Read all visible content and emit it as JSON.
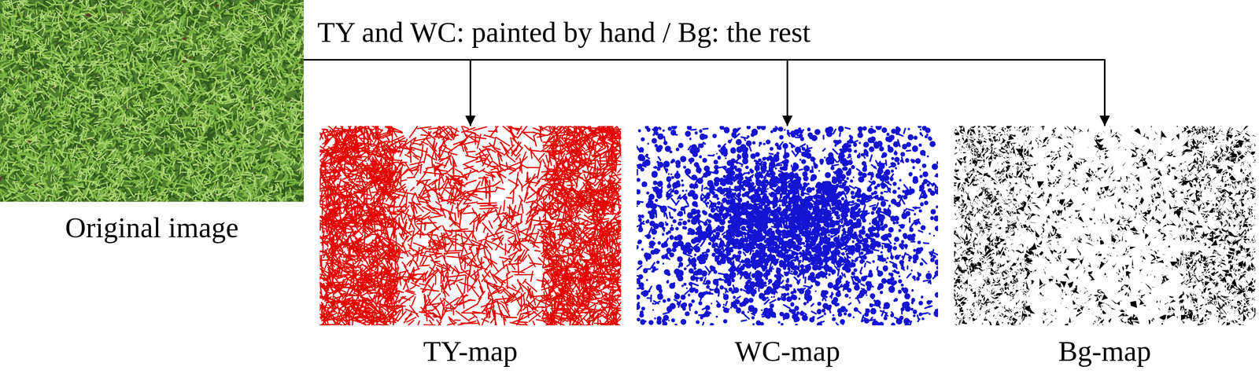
{
  "diagram": {
    "nodes": [
      {
        "text": [
          "Original image"
        ]
      },
      {
        "text": [
          "TY-map"
        ]
      },
      {
        "text": [
          "WC-map"
        ]
      },
      {
        "text": [
          "Bg-map"
        ]
      }
    ],
    "edges": [
      {
        "from": 0,
        "to": 1,
        "arrow": "to",
        "label": "TY and WC: painted by hand / Bg: the rest"
      },
      {
        "from": 0,
        "to": 2,
        "arrow": "to"
      },
      {
        "from": 0,
        "to": 3,
        "arrow": "to"
      }
    ]
  }
}
